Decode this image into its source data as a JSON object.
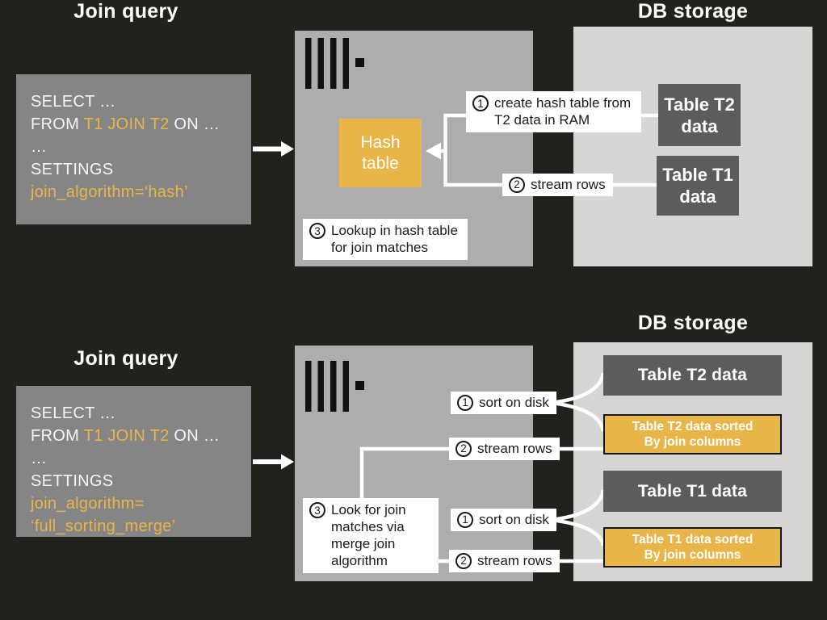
{
  "colors": {
    "background": "#23211b",
    "query_box": "#858585",
    "server_box": "#aeadab",
    "db_box": "#d7d6d4",
    "table_box": "#5c5c5c",
    "accent": "#e9b548",
    "text_light": "#f5f5f5",
    "text_dark": "#1b1b1b"
  },
  "icons": {
    "server_logo": "clickhouse-bars-logo-icon",
    "arrow": "right-arrow",
    "hash_pointer": "left-arrowhead"
  },
  "hash_join": {
    "query_title": "Join query",
    "db_title": "DB storage",
    "sql": {
      "line1": "SELECT …",
      "from_kw": "FROM ",
      "from_accent": "T1 JOIN T2",
      "from_tail": " ON …",
      "ellipsis": "…",
      "settings_kw": "SETTINGS",
      "setting_value": "join_algorithm=‘hash’"
    },
    "hash_table_label": "Hash table",
    "steps": {
      "create": {
        "num": "1",
        "text": "create hash table from T2 data in RAM"
      },
      "stream": {
        "num": "2",
        "text": "stream rows"
      },
      "lookup": {
        "num": "3",
        "text": "Lookup in hash table for join matches"
      }
    },
    "storage": {
      "t2_line1": "Table T2",
      "t2_line2": "data",
      "t1_line1": "Table T1",
      "t1_line2": "data"
    }
  },
  "merge_join": {
    "query_title": "Join query",
    "db_title": "DB storage",
    "sql": {
      "line1": "SELECT …",
      "from_kw": "FROM ",
      "from_accent": "T1 JOIN T2",
      "from_tail": " ON …",
      "ellipsis": "…",
      "settings_kw": "SETTINGS",
      "setting_value_line1": "join_algorithm=",
      "setting_value_line2": "‘full_sorting_merge’"
    },
    "steps": {
      "sort_t2": {
        "num": "1",
        "text": "sort on disk"
      },
      "stream_t2": {
        "num": "2",
        "text": "stream rows"
      },
      "merge": {
        "num": "3",
        "text": "Look for join matches via merge join algorithm"
      },
      "sort_t1": {
        "num": "1",
        "text": "sort on disk"
      },
      "stream_t1": {
        "num": "2",
        "text": "stream rows"
      }
    },
    "storage": {
      "t2_label": "Table T2 data",
      "t2_sorted_line1": "Table T2 data sorted",
      "t2_sorted_line2": "By join columns",
      "t1_label": "Table T1 data",
      "t1_sorted_line1": "Table T1 data sorted",
      "t1_sorted_line2": "By join columns"
    }
  }
}
